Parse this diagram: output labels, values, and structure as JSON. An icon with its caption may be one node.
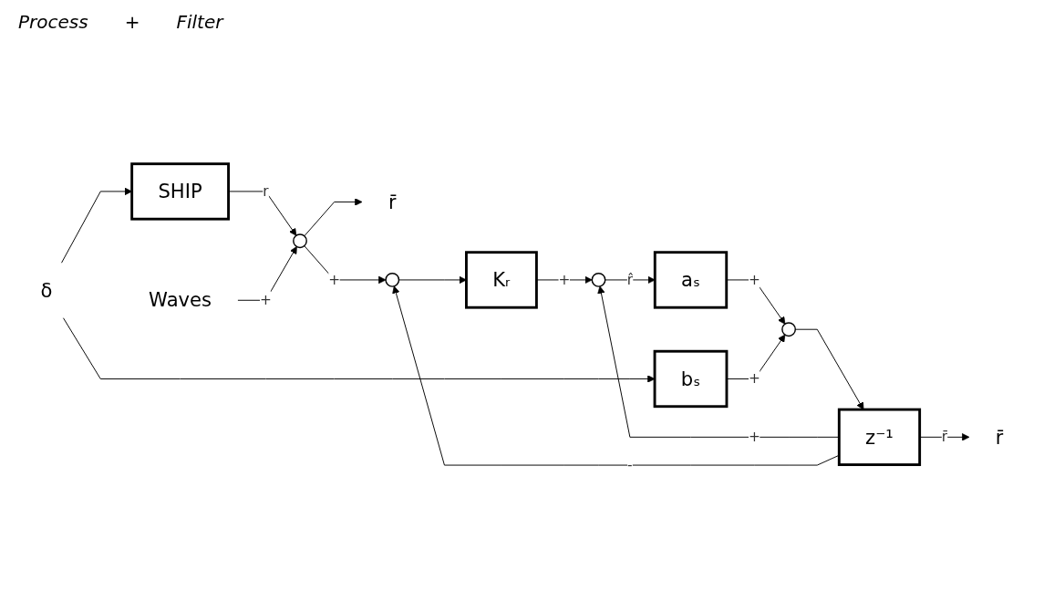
{
  "diagram": {
    "nodes": [
      {
        "text": [
          "δ"
        ]
      },
      {
        "text": [
          "SHIP"
        ]
      },
      {
        "text": [
          "Waves"
        ]
      },
      {
        "text": [],
        "shape": "circle"
      },
      {
        "text": [
          "r̄"
        ]
      },
      {
        "text": [],
        "shape": "circle"
      },
      {
        "text": [
          "Kᵣ"
        ]
      },
      {
        "text": [],
        "shape": "circle"
      },
      {
        "text": [
          "aₛ"
        ]
      },
      {
        "text": [
          "bₛ"
        ]
      },
      {
        "text": [],
        "shape": "circle"
      },
      {
        "text": [
          "z⁻¹"
        ]
      },
      {
        "text": [
          "r̄"
        ]
      }
    ],
    "edges": [
      {
        "from": 0,
        "to": 1,
        "arrow": "to"
      },
      {
        "from": 1,
        "to": 3,
        "arrow": "to",
        "label": "r"
      },
      {
        "from": 2,
        "to": 3,
        "arrow": "to",
        "label": "+"
      },
      {
        "from": 3,
        "to": 4,
        "arrow": "to"
      },
      {
        "from": 3,
        "to": 5,
        "arrow": "to",
        "label": "+"
      },
      {
        "from": 5,
        "to": 6,
        "arrow": "to"
      },
      {
        "from": 6,
        "to": 7,
        "arrow": "to",
        "label": "+"
      },
      {
        "from": 7,
        "to": 8,
        "arrow": "to",
        "label": "r̂"
      },
      {
        "from": 8,
        "to": 10,
        "arrow": "to",
        "label": "+"
      },
      {
        "from": 0,
        "to": 9,
        "arrow": "to"
      },
      {
        "from": 9,
        "to": 10,
        "arrow": "to",
        "label": "+"
      },
      {
        "from": 10,
        "to": 11,
        "arrow": "to"
      },
      {
        "from": 11,
        "to": 12,
        "arrow": "to",
        "label": "r̄"
      },
      {
        "from": 11,
        "to": 7,
        "arrow": "to",
        "label": "+"
      },
      {
        "from": 11,
        "to": 5,
        "arrow": "to",
        "label": "-"
      }
    ],
    "labels": [
      "Process",
      "+",
      "Filter"
    ]
  }
}
